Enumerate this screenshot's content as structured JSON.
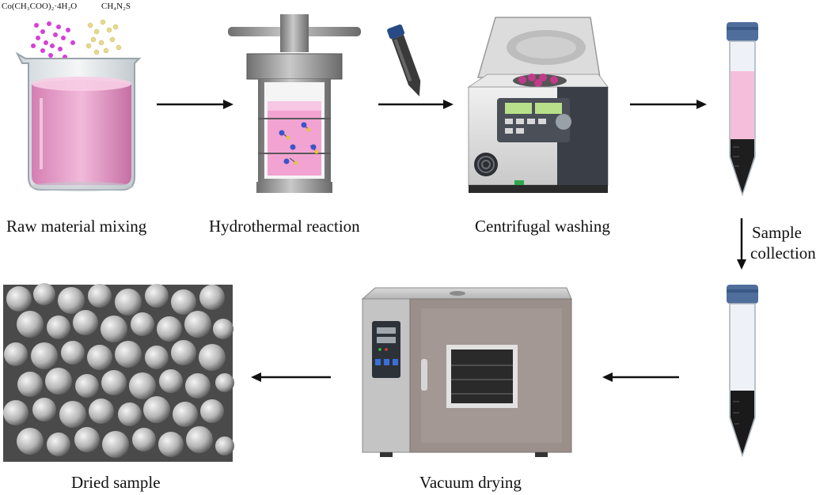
{
  "reagents": {
    "cobalt_acetate": "Co(CH₃COO)₂·4H₂O",
    "thiourea": "CH₄N₂S"
  },
  "steps": {
    "raw_mixing": "Raw material mixing",
    "hydrothermal": "Hydrothermal reaction",
    "centrifugal": "Centrifugal washing",
    "collection_line1": "Sample",
    "collection_line2": "collection",
    "vacuum": "Vacuum drying",
    "dried": "Dried sample"
  },
  "colors": {
    "pink_solution": "#e9a9cf",
    "magenta_particles": "#d63fd6",
    "yellow_particles": "#e6d98a",
    "metal_gray": "#8c8c8c",
    "tube_cap": "#4f6e9c",
    "dark_sediment": "#1e1e1e",
    "oven_door": "#9a8f8a"
  },
  "icons": [
    "beaker",
    "autoclave",
    "centrifuge-tube",
    "centrifuge",
    "sample-tube",
    "vacuum-oven",
    "sem-micrograph",
    "arrow"
  ]
}
